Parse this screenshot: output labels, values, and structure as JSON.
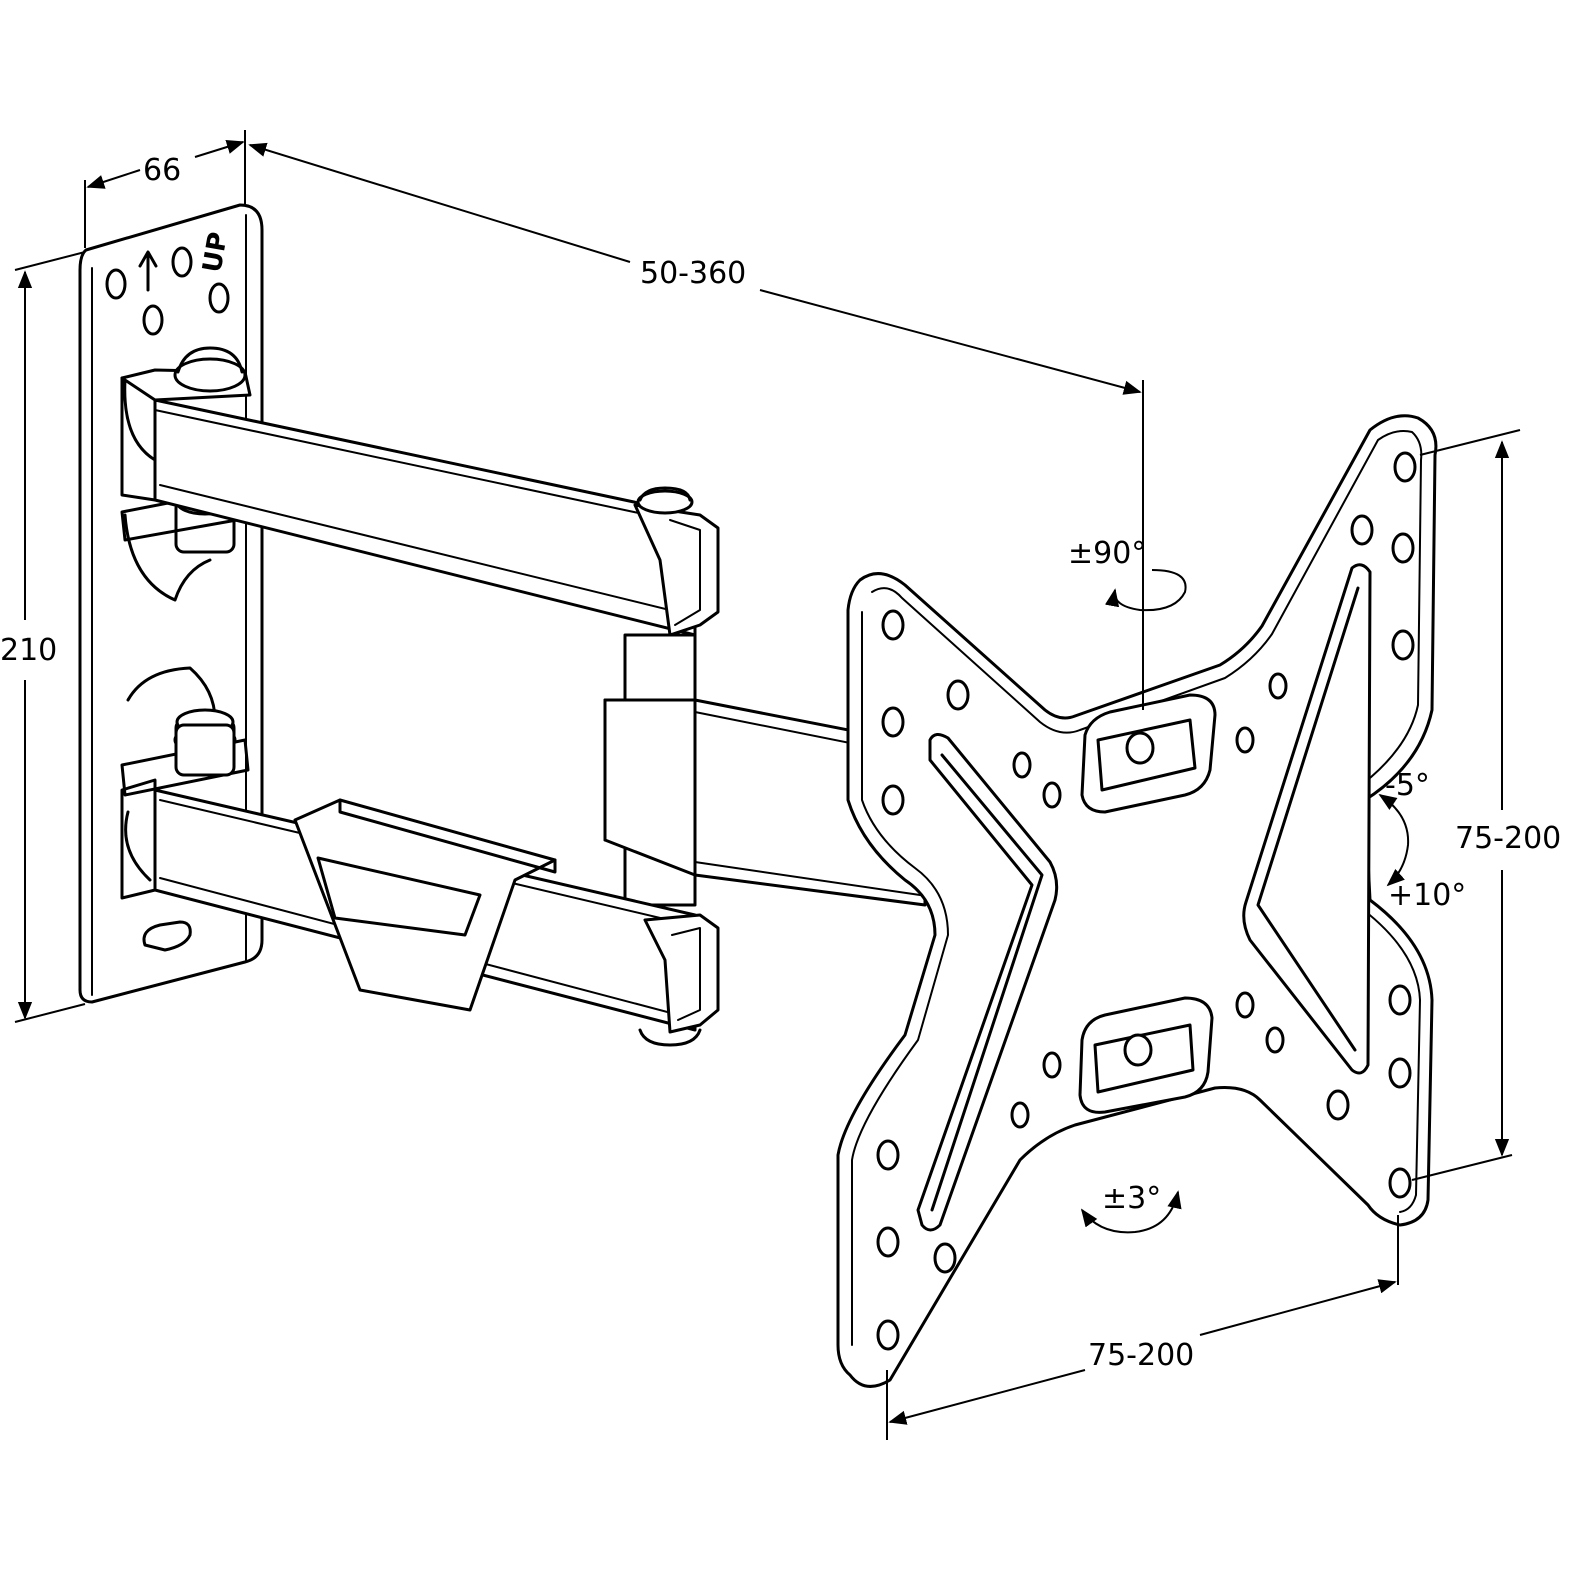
{
  "labels": {
    "depth": "66",
    "extension": "50-360",
    "height": "210",
    "vesa_vertical": "75-200",
    "vesa_horizontal": "75-200",
    "swivel": "±90°",
    "tilt_up": "-5°",
    "tilt_down": "+10°",
    "rotation": "±3°",
    "wall_plate_mark": "UP"
  }
}
